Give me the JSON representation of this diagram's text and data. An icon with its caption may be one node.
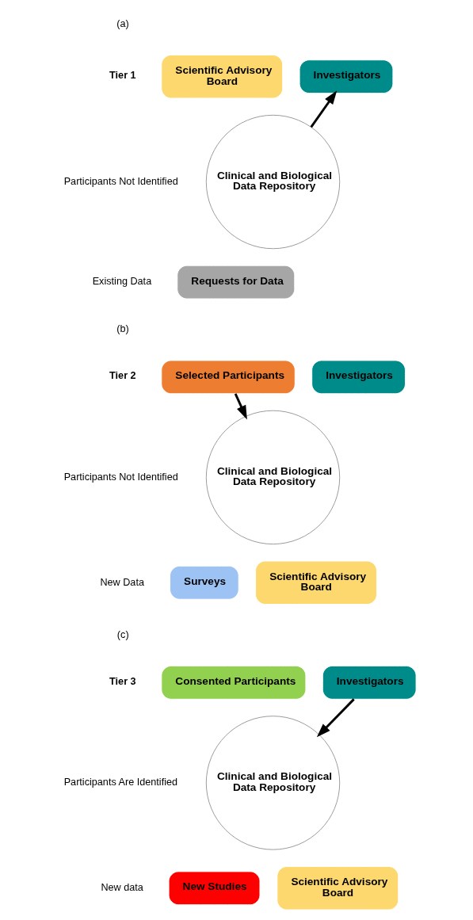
{
  "diagram": {
    "nodes": [
      {
        "text": [
          "Scientific Advisory Board"
        ]
      },
      {
        "text": [
          "Investigators"
        ]
      },
      {
        "text": [
          "Requests for Data"
        ]
      },
      {
        "text": [
          "Clinical and Biological Data Repository"
        ]
      },
      {
        "text": [
          "Selected Participants"
        ]
      },
      {
        "text": [
          "Investigators"
        ]
      },
      {
        "text": [
          "Surveys"
        ]
      },
      {
        "text": [
          "Scientific Advisory Board"
        ]
      },
      {
        "text": [
          "Clinical and Biological Data Repository"
        ]
      },
      {
        "text": [
          "Consented Participants"
        ]
      },
      {
        "text": [
          "Investigators"
        ]
      },
      {
        "text": [
          "New Studies"
        ]
      },
      {
        "text": [
          "Scientific Advisory Board"
        ]
      },
      {
        "text": [
          "Clinical and Biological Data Repository"
        ]
      }
    ],
    "edges": [
      {
        "from": 3,
        "to": 1,
        "arrow": "to"
      },
      {
        "from": 4,
        "to": 8,
        "arrow": "to"
      },
      {
        "from": 10,
        "to": 13,
        "arrow": "to"
      }
    ],
    "labels": [
      "(a)",
      "Tier 1",
      "Participants Not Identified",
      "Existing Data",
      "(b)",
      "Tier 2",
      "Participants Not Identified",
      "New Data",
      "(c)",
      "Tier 3",
      "Participants Are Identified",
      "New data"
    ]
  }
}
